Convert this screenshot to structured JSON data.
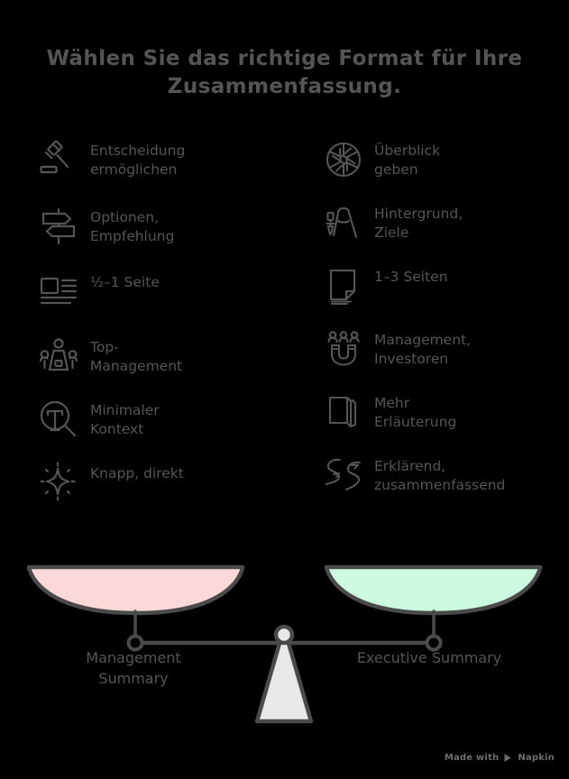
{
  "title": "Wählen Sie das richtige Format für Ihre Zusammenfassung.",
  "colors": {
    "background": "#000000",
    "stroke": "#555555",
    "text": "#555555",
    "pan_left_fill": "#fcd9d9",
    "pan_right_fill": "#ccfae1",
    "fulcrum_fill": "#e8e8e8"
  },
  "columns": {
    "left": {
      "name": "Management Summary",
      "items": [
        {
          "icon": "gavel-icon",
          "label": "Entscheidung\nermöglichen"
        },
        {
          "icon": "signpost-icon",
          "label": "Optionen,\nEmpfehlung"
        },
        {
          "icon": "document-text-icon",
          "label": "½–1 Seite"
        },
        {
          "icon": "presentation-people-icon",
          "label": "Top-\nManagement"
        },
        {
          "icon": "magnifier-text-icon",
          "label": "Minimaler\nKontext"
        },
        {
          "icon": "sparkle-icon",
          "label": "Knapp, direkt"
        }
      ]
    },
    "right": {
      "name": "Executive Summary",
      "items": [
        {
          "icon": "aperture-icon",
          "label": "Überblick\ngeben"
        },
        {
          "icon": "compass-divider-icon",
          "label": "Hintergrund,\nZiele"
        },
        {
          "icon": "pages-icon",
          "label": "1–3 Seiten"
        },
        {
          "icon": "magnet-people-icon",
          "label": "Management,\nInvestoren"
        },
        {
          "icon": "book-icon",
          "label": "Mehr\nErläuterung"
        },
        {
          "icon": "winding-road-icon",
          "label": "Erklärend,\nzusammenfassend"
        }
      ]
    }
  },
  "scale": {
    "left_label": "Management\nSummary",
    "right_label": "Executive Summary"
  },
  "watermark": {
    "prefix": "Made with",
    "brand": "Napkin"
  }
}
